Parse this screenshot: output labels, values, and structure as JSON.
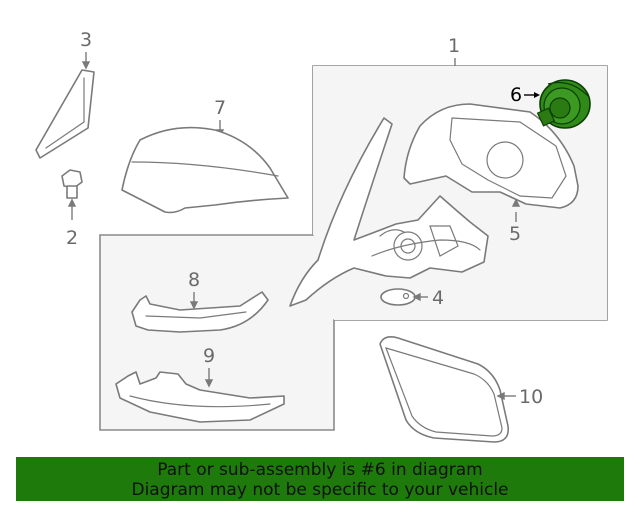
{
  "callouts": {
    "c1": "1",
    "c2": "2",
    "c3": "3",
    "c4": "4",
    "c5": "5",
    "c6": "6",
    "c7": "7",
    "c8": "8",
    "c9": "9",
    "c10": "10"
  },
  "highlight": {
    "part": "6",
    "color": "#1f7a0c"
  },
  "banner": {
    "line1": "Part or sub-assembly is #6 in diagram",
    "line2": "Diagram may not be specific to your vehicle",
    "background": "#1f7a0c"
  }
}
